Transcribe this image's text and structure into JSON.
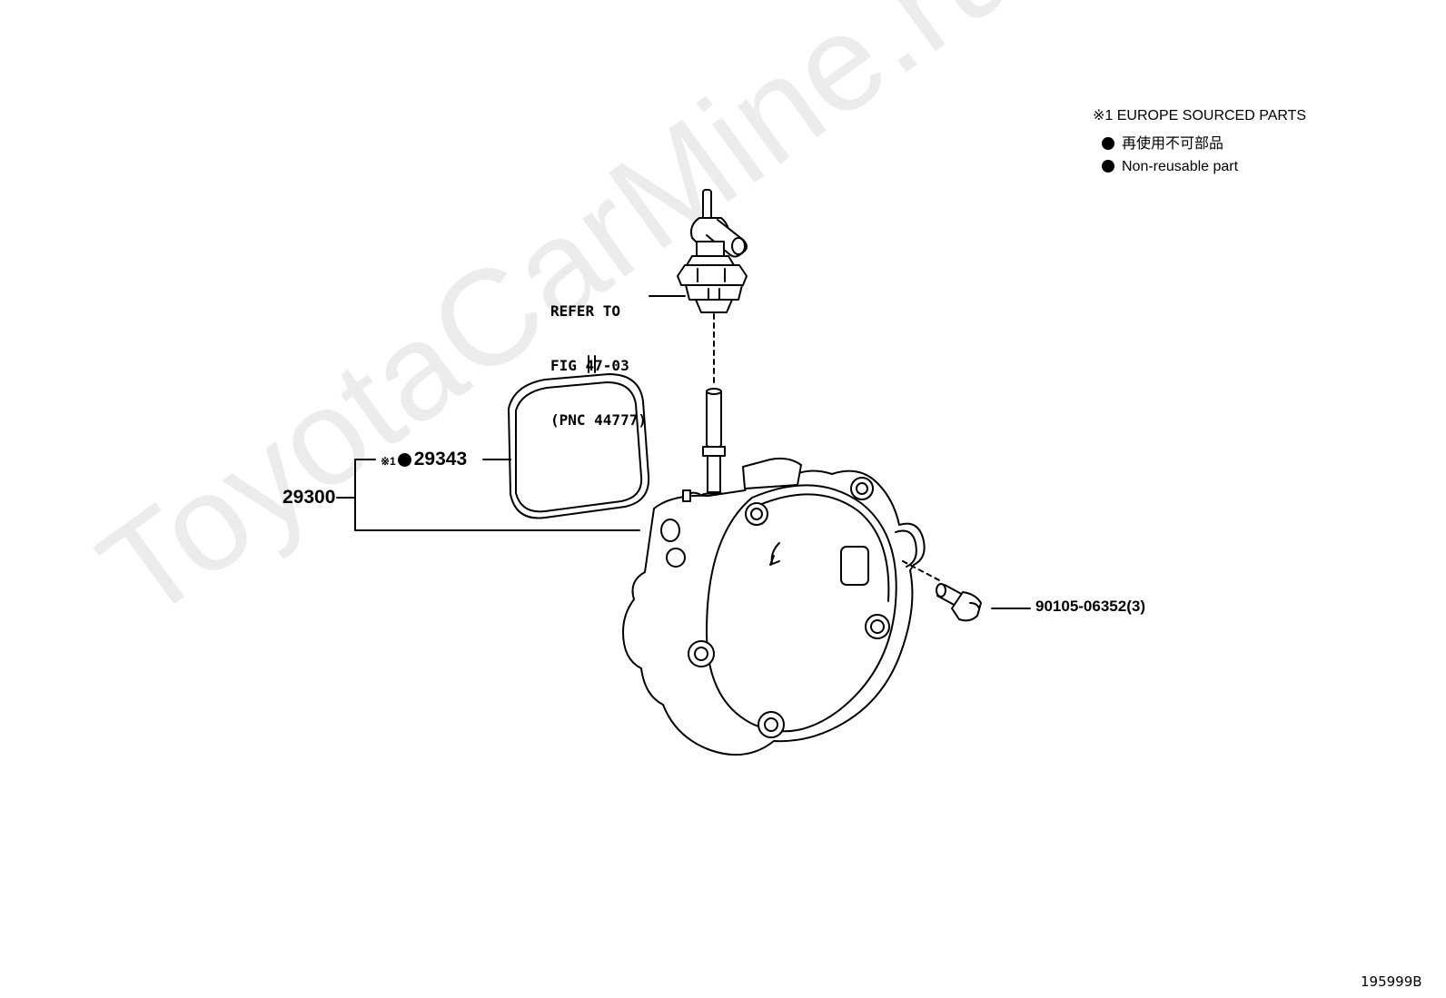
{
  "watermark": "ToyotaCarMine.ru",
  "legend": {
    "europe_note": "※1 EUROPE SOURCED PARTS",
    "non_reusable_jp": "再使用不可部品",
    "non_reusable_en": "Non-reusable part"
  },
  "callouts": {
    "refer_line1": "REFER TO",
    "refer_line2": "FIG 47-03",
    "refer_line3": "(PNC 44777)",
    "gasket_mark": "※1",
    "gasket_part": "29343",
    "pump_part": "29300",
    "bolt_part": "90105-06352(3)"
  },
  "figure_id": "195999B",
  "colors": {
    "line": "#000000",
    "watermark": "#ececec",
    "background": "#ffffff"
  }
}
